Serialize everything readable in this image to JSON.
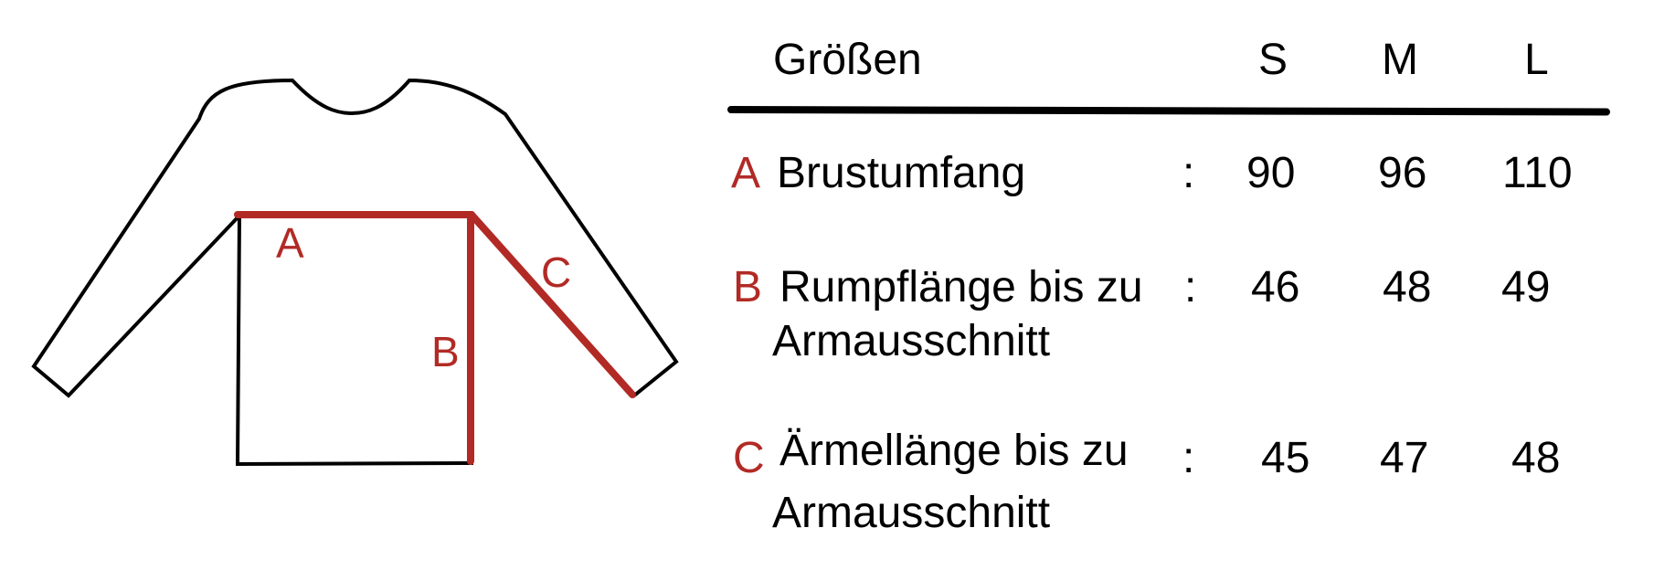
{
  "table": {
    "header": {
      "label": "Größen",
      "sizes": [
        "S",
        "M",
        "L"
      ]
    },
    "rows": [
      {
        "letter": "A",
        "label": "Brustumfang",
        "label2": "",
        "colon": ":",
        "values": [
          "90",
          "96",
          "110"
        ]
      },
      {
        "letter": "B",
        "label": "Rumpflänge bis zu",
        "label2": "Armausschnitt",
        "colon": ":",
        "values": [
          "46",
          "48",
          "49"
        ]
      },
      {
        "letter": "C",
        "label": "Ärmellänge bis zu",
        "label2": "Armausschnitt",
        "colon": ":",
        "values": [
          "45",
          "47",
          "48"
        ]
      }
    ]
  },
  "diagram": {
    "labels": {
      "a": "A",
      "b": "B",
      "c": "C"
    }
  },
  "colors": {
    "accent": "#b22a25",
    "outline": "#000000"
  }
}
